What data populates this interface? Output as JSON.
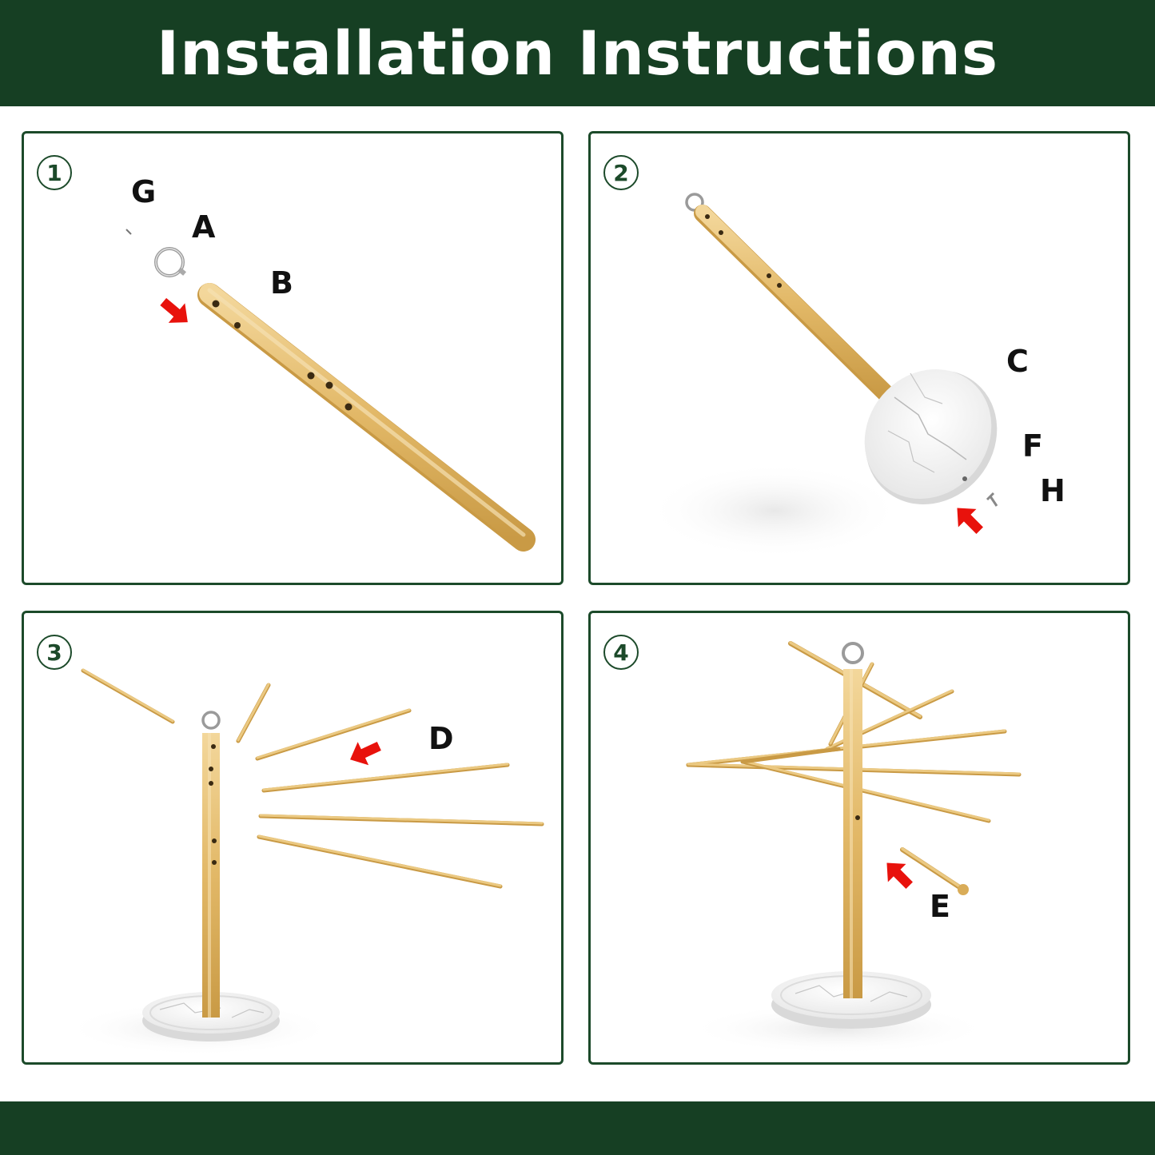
{
  "header": {
    "title": "Installation Instructions"
  },
  "colors": {
    "brand_green": "#163f23",
    "wood": "#e6c079",
    "arrow_red": "#e8120c",
    "marble": "#f1f1f1"
  },
  "steps": [
    {
      "number": "1",
      "parts": [
        "G",
        "A",
        "B"
      ]
    },
    {
      "number": "2",
      "parts": [
        "C",
        "F",
        "H"
      ]
    },
    {
      "number": "3",
      "parts": [
        "D"
      ]
    },
    {
      "number": "4",
      "parts": [
        "E"
      ]
    }
  ]
}
